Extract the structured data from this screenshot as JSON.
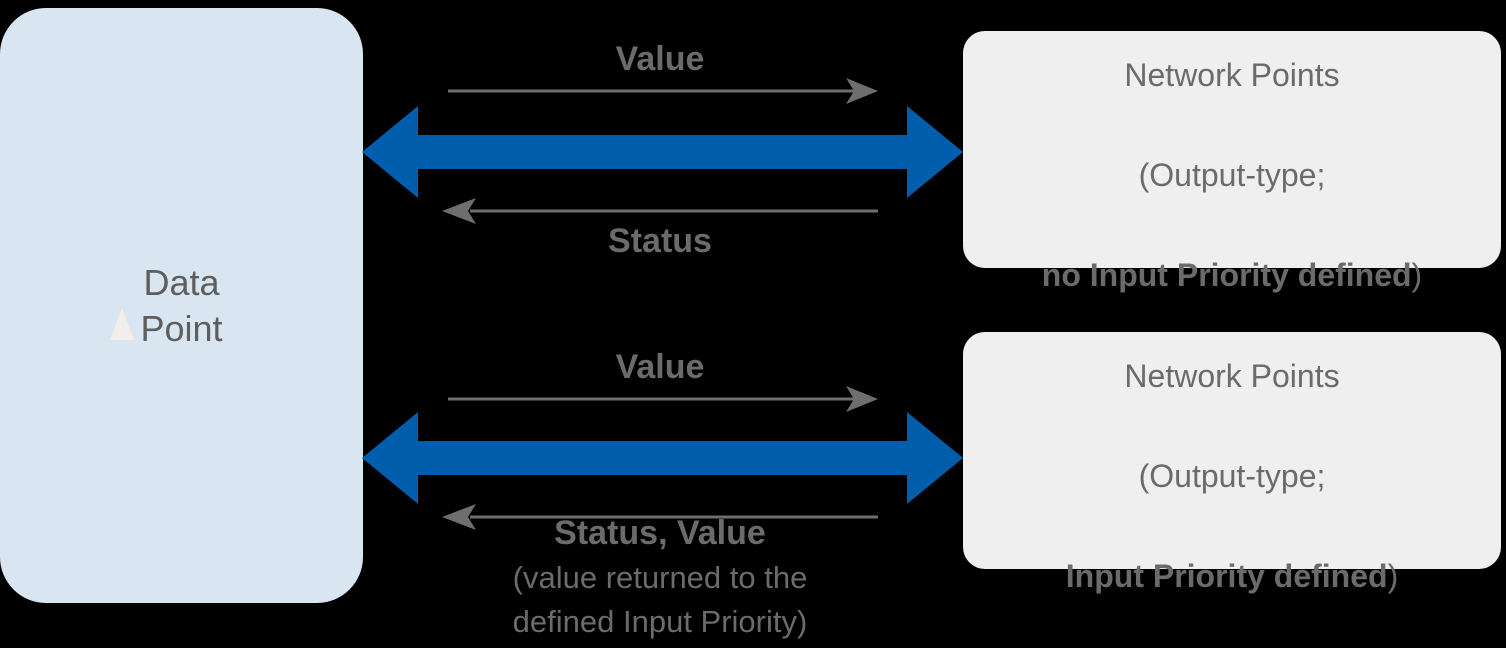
{
  "diagram": {
    "title": "Data Point to Network Points communication",
    "colors": {
      "background": "#000000",
      "datapoint_fill": "#d9e6f2",
      "networkbox_fill": "#efefef",
      "blue_arrow": "#005ead",
      "gray_text": "#6b6b6b",
      "thin_arrow": "#6e6e6e"
    }
  },
  "datapoint": {
    "label": "Data\nPoint",
    "cursor_icon": "cursor-triangle-icon"
  },
  "network_boxes": [
    {
      "line1": "Network Points",
      "line2": "(Output-type;",
      "line3_bold": "no Input Priority defined",
      "line3_tail": ")"
    },
    {
      "line1": "Network Points",
      "line2": "(Output-type;",
      "line3_bold": "Input Priority defined",
      "line3_tail": ")"
    }
  ],
  "flows": [
    {
      "id": "top",
      "outgoing_label": "Value",
      "outgoing_direction": "right",
      "incoming_label": "Status",
      "incoming_direction": "left",
      "note": ""
    },
    {
      "id": "bottom",
      "outgoing_label": "Value",
      "outgoing_direction": "right",
      "incoming_label": "Status, Value",
      "incoming_direction": "left",
      "note": "(value returned to the\ndefined Input Priority)"
    }
  ]
}
